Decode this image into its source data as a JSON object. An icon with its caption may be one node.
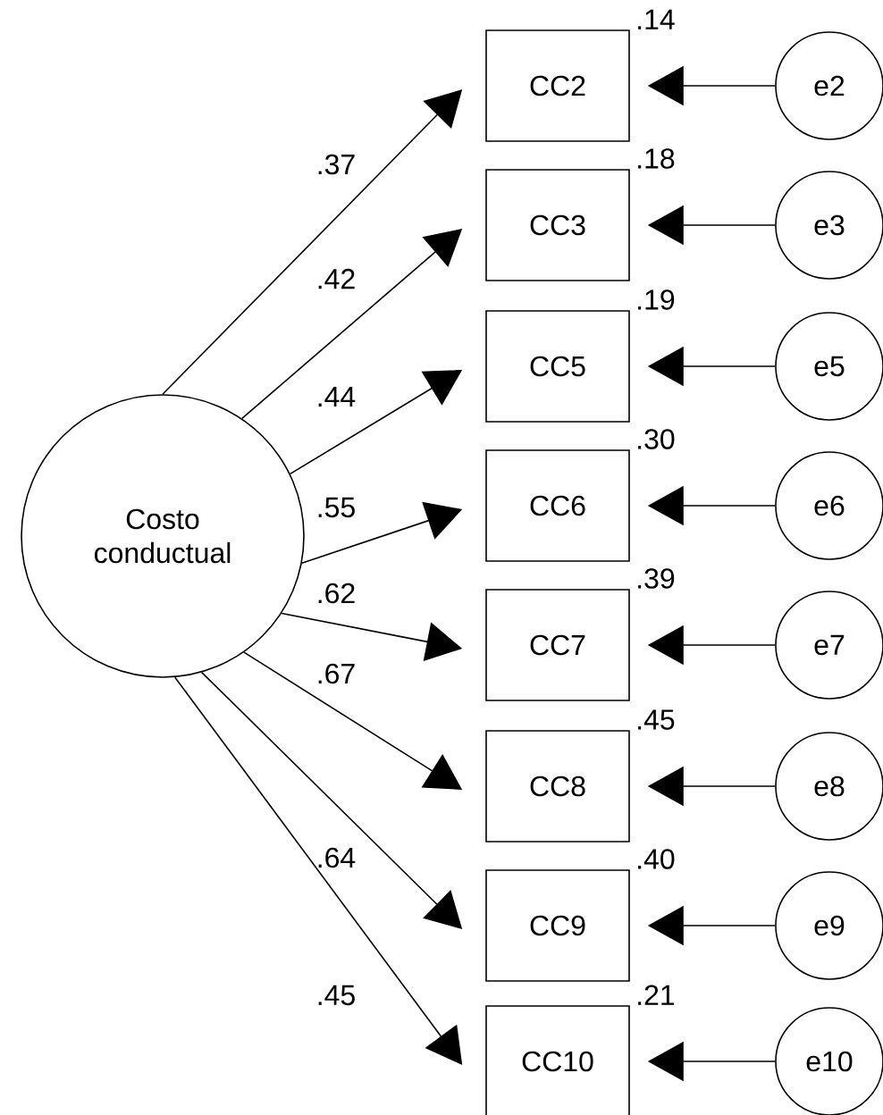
{
  "diagram": {
    "nodes": [
      {
        "text": [
          "Costo conductual"
        ]
      },
      {
        "text": [
          "CC2"
        ],
        "beside": [
          ".14"
        ]
      },
      {
        "text": [
          "CC3"
        ],
        "beside": [
          ".18"
        ]
      },
      {
        "text": [
          "CC5"
        ],
        "beside": [
          ".19"
        ]
      },
      {
        "text": [
          "CC6"
        ],
        "beside": [
          ".30"
        ]
      },
      {
        "text": [
          "CC7"
        ],
        "beside": [
          ".39"
        ]
      },
      {
        "text": [
          "CC8"
        ],
        "beside": [
          ".45"
        ]
      },
      {
        "text": [
          "CC9"
        ],
        "beside": [
          ".40"
        ]
      },
      {
        "text": [
          "CC10"
        ],
        "beside": [
          ".21"
        ]
      },
      {
        "text": [
          "e2"
        ]
      },
      {
        "text": [
          "e3"
        ]
      },
      {
        "text": [
          "e5"
        ]
      },
      {
        "text": [
          "e6"
        ]
      },
      {
        "text": [
          "e7"
        ]
      },
      {
        "text": [
          "e8"
        ]
      },
      {
        "text": [
          "e9"
        ]
      },
      {
        "text": [
          "e10"
        ]
      }
    ],
    "edges": [
      {
        "from": 0,
        "to": 1,
        "arrow": "to",
        "label": ".37"
      },
      {
        "from": 0,
        "to": 2,
        "arrow": "to",
        "label": ".42"
      },
      {
        "from": 0,
        "to": 3,
        "arrow": "to",
        "label": ".44"
      },
      {
        "from": 0,
        "to": 4,
        "arrow": "to",
        "label": ".55"
      },
      {
        "from": 0,
        "to": 5,
        "arrow": "to",
        "label": ".62"
      },
      {
        "from": 0,
        "to": 6,
        "arrow": "to",
        "label": ".67"
      },
      {
        "from": 0,
        "to": 7,
        "arrow": "to",
        "label": ".64"
      },
      {
        "from": 0,
        "to": 8,
        "arrow": "to",
        "label": ".45"
      },
      {
        "from": 9,
        "to": 1,
        "arrow": "to"
      },
      {
        "from": 10,
        "to": 2,
        "arrow": "to"
      },
      {
        "from": 11,
        "to": 3,
        "arrow": "to"
      },
      {
        "from": 12,
        "to": 4,
        "arrow": "to"
      },
      {
        "from": 13,
        "to": 5,
        "arrow": "to"
      },
      {
        "from": 14,
        "to": 6,
        "arrow": "to"
      },
      {
        "from": 15,
        "to": 7,
        "arrow": "to"
      },
      {
        "from": 16,
        "to": 8,
        "arrow": "to"
      }
    ]
  }
}
